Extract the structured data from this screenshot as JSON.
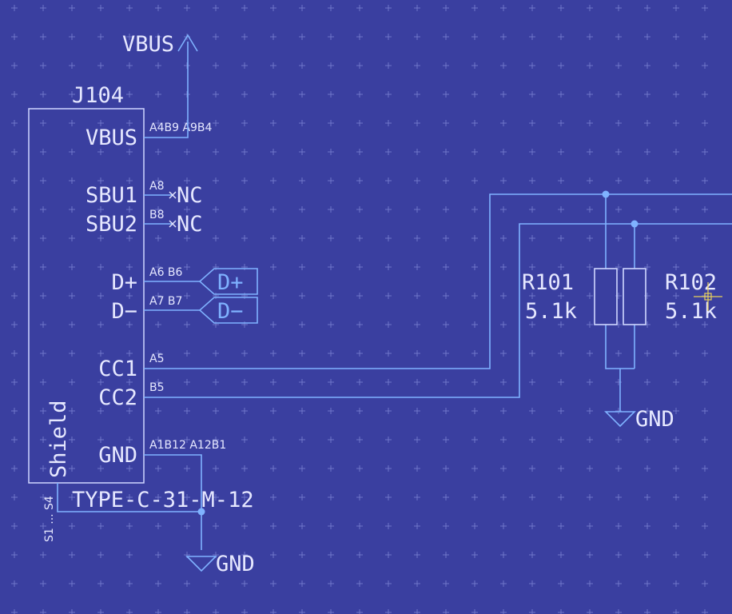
{
  "theme": {
    "background": "#3a3fa0",
    "wire_color": "#7fb2ff",
    "body_color": "#cfd6ff",
    "text_color": "#e6e8ff",
    "grid_color": "#6f76c9",
    "cursor_color": "#e8d05a"
  },
  "connector": {
    "ref": "J104",
    "value": "TYPE-C-31-M-12",
    "pins": {
      "vbus": {
        "name": "VBUS",
        "num": "A4B9 A9B4"
      },
      "sbu1": {
        "name": "SBU1",
        "num": "A8"
      },
      "sbu2": {
        "name": "SBU2",
        "num": "B8"
      },
      "dp": {
        "name": "D+",
        "num": "A6 B6"
      },
      "dm": {
        "name": "D−",
        "num": "A7 B7"
      },
      "cc1": {
        "name": "CC1",
        "num": "A5"
      },
      "cc2": {
        "name": "CC2",
        "num": "B5"
      },
      "gnd": {
        "name": "GND",
        "num": "A1B12 A12B1"
      },
      "shield": {
        "name": "Shield",
        "num": "S1 ... S4"
      }
    }
  },
  "nc_label": "NC",
  "power": {
    "vbus_label": "VBUS",
    "gnd_label": "GND"
  },
  "net_labels": {
    "dp": "D+",
    "dm": "D−"
  },
  "resistors": [
    {
      "ref": "R101",
      "value": "5.1k"
    },
    {
      "ref": "R102",
      "value": "5.1k"
    }
  ]
}
